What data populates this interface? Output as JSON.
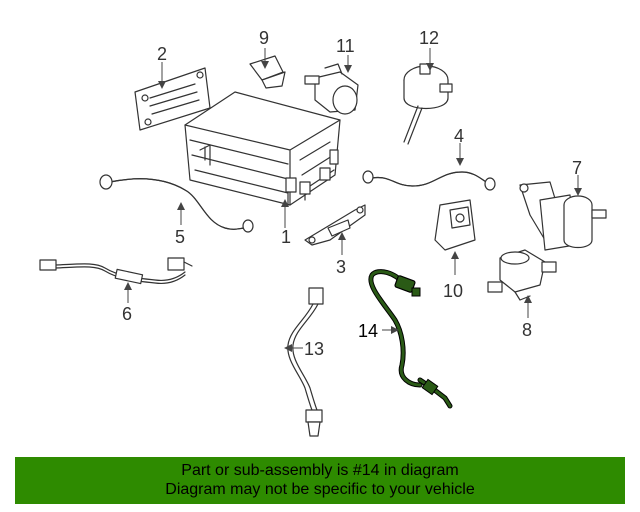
{
  "callouts": {
    "c1": "1",
    "c2": "2",
    "c3": "3",
    "c4": "4",
    "c5": "5",
    "c6": "6",
    "c7": "7",
    "c8": "8",
    "c9": "9",
    "c10": "10",
    "c11": "11",
    "c12": "12",
    "c13": "13",
    "c14": "14"
  },
  "banner": {
    "line1": "Part or sub-assembly is #14 in diagram",
    "line2": "Diagram may not be specific to your vehicle"
  },
  "colors": {
    "banner_bg": "#2e8b00",
    "highlight_part": "#2a5a16",
    "line": "#333333"
  }
}
